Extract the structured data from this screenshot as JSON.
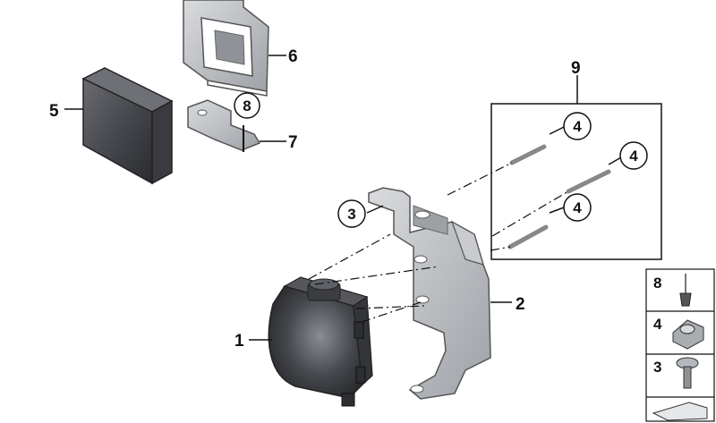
{
  "callouts": {
    "c1": "1",
    "c2": "2",
    "c3": "3",
    "c4a": "4",
    "c4b": "4",
    "c4c": "4",
    "c5": "5",
    "c6": "6",
    "c7": "7",
    "c8": "8",
    "c9": "9"
  },
  "legend": {
    "items": [
      "8",
      "4",
      "3"
    ]
  },
  "colors": {
    "part_dark": "#4a4c52",
    "bracket_grey": "#b9bcc0",
    "line": "#111111"
  }
}
